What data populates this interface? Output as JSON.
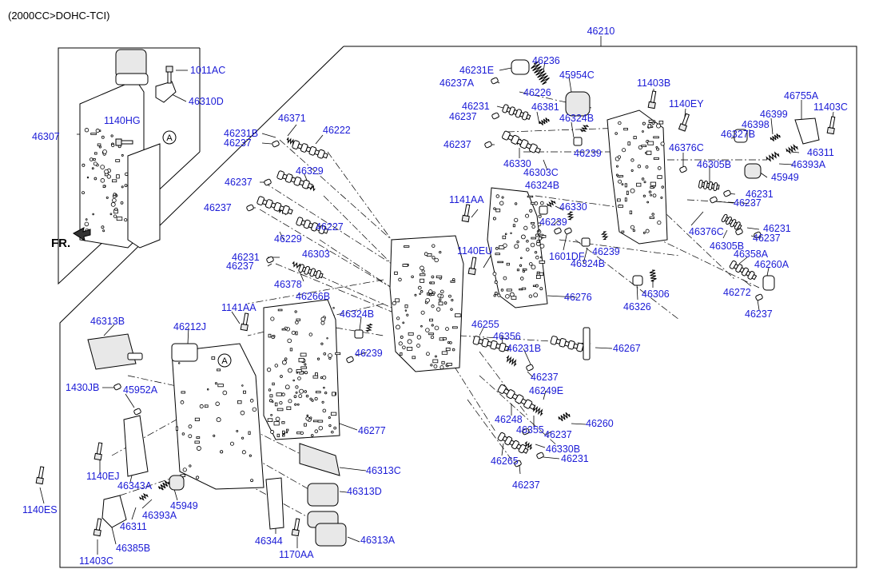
{
  "header": {
    "engine_spec": "(2000CC>DOHC-TCI)"
  },
  "direction_label": "FR.",
  "callout_marker": "A",
  "parts": {
    "p46210": "46210",
    "p46307": "46307",
    "p1011AC": "1011AC",
    "p46310D": "46310D",
    "p1140HG": "1140HG",
    "p46231B": "46231B",
    "p46237_a": "46237",
    "p46371": "46371",
    "p46222": "46222",
    "p46237_b": "46237",
    "p46329": "46329",
    "p46237_c": "46237",
    "p46227": "46227",
    "p46229": "46229",
    "p46231_a": "46231",
    "p46237_d": "46237",
    "p46303": "46303",
    "p46378": "46378",
    "p46266B": "46266B",
    "p46231E": "46231E",
    "p46237A": "46237A",
    "p46236": "46236",
    "p45954C": "45954C",
    "p46226": "46226",
    "p46231_b": "46231",
    "p46237_e": "46237",
    "p46381": "46381",
    "p46324B_a": "46324B",
    "p46239_a": "46239",
    "p46237_f": "46237",
    "p46330_a": "46330",
    "p46303C": "46303C",
    "p46324B_b": "46324B",
    "p1141AA_a": "1141AA",
    "p46330_b": "46330",
    "p46239_b": "46239",
    "p1140EU": "1140EU",
    "p1601DF": "1601DF",
    "p46239_c": "46239",
    "p46324B_c": "46324B",
    "p46276": "46276",
    "p11403B": "11403B",
    "p1140EY": "1140EY",
    "p46755A": "46755A",
    "p11403C_a": "11403C",
    "p46399": "46399",
    "p46398": "46398",
    "p46327B": "46327B",
    "p46311_a": "46311",
    "p46376C_a": "46376C",
    "p46393A_a": "46393A",
    "p46305B_a": "46305B",
    "p45949_a": "45949",
    "p46231_c": "46231",
    "p46237_g": "46237",
    "p46376C_b": "46376C",
    "p46231_d": "46231",
    "p46237_h": "46237",
    "p46305B_b": "46305B",
    "p46358A": "46358A",
    "p46260A": "46260A",
    "p46272": "46272",
    "p46237_i": "46237",
    "p46326": "46326",
    "p46306": "46306",
    "p1141AA_b": "1141AA",
    "p46313B": "46313B",
    "p46212J": "46212J",
    "p46324B_d": "46324B",
    "p46239_d": "46239",
    "p46255": "46255",
    "p46356": "46356",
    "p46231B_b": "46231B",
    "p46267": "46267",
    "p1430JB": "1430JB",
    "p45952A": "45952A",
    "p46237_j": "46237",
    "p46249E": "46249E",
    "p46248": "46248",
    "p46260": "46260",
    "p46355": "46355",
    "p46237_k": "46237",
    "p46277": "46277",
    "p46330B": "46330B",
    "p46231_e": "46231",
    "p46265": "46265",
    "p46313C": "46313C",
    "p1140EJ": "1140EJ",
    "p46343A": "46343A",
    "p46237_l": "46237",
    "p46393A_b": "46393A",
    "p45949_b": "45949",
    "p46313D": "46313D",
    "p1140ES": "1140ES",
    "p46311_b": "46311",
    "p46344": "46344",
    "p46313A": "46313A",
    "p46385B": "46385B",
    "p11403C_b": "11403C",
    "p1170AA": "1170AA"
  }
}
